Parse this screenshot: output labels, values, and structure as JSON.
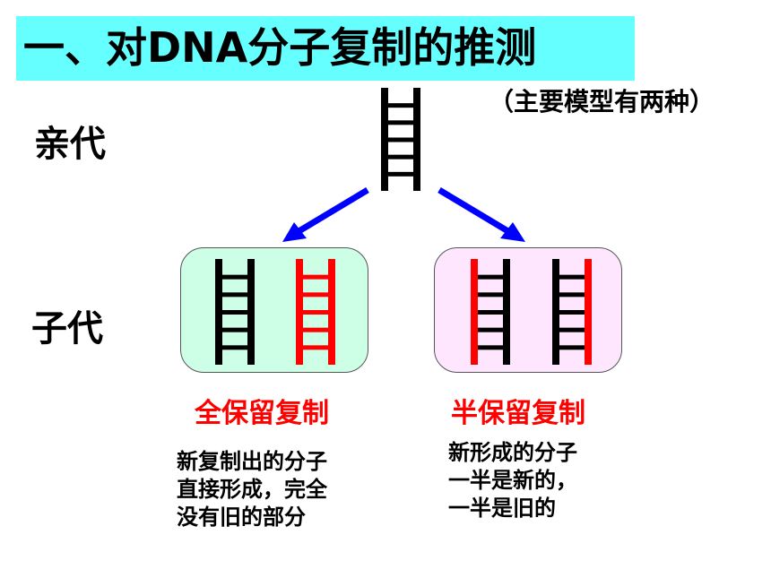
{
  "title": "一、对DNA分子复制的推测",
  "subtitle": "（主要模型有两种）",
  "labels": {
    "parent": "亲代",
    "offspring": "子代"
  },
  "models": [
    {
      "name": "全保留复制",
      "description": [
        "新复制出的分子",
        "直接形成，完全",
        "没有旧的部分"
      ]
    },
    {
      "name": "半保留复制",
      "description": [
        "新形成的分子",
        "一半是新的，",
        "一半是旧的"
      ]
    }
  ],
  "colors": {
    "title_bg": "#66ffff",
    "old_strand": "#000000",
    "new_strand": "#ff0000",
    "arrow": "#0000ff",
    "conservative_bg": "#ccffe6",
    "semiconservative_bg": "#ffe6ff"
  }
}
